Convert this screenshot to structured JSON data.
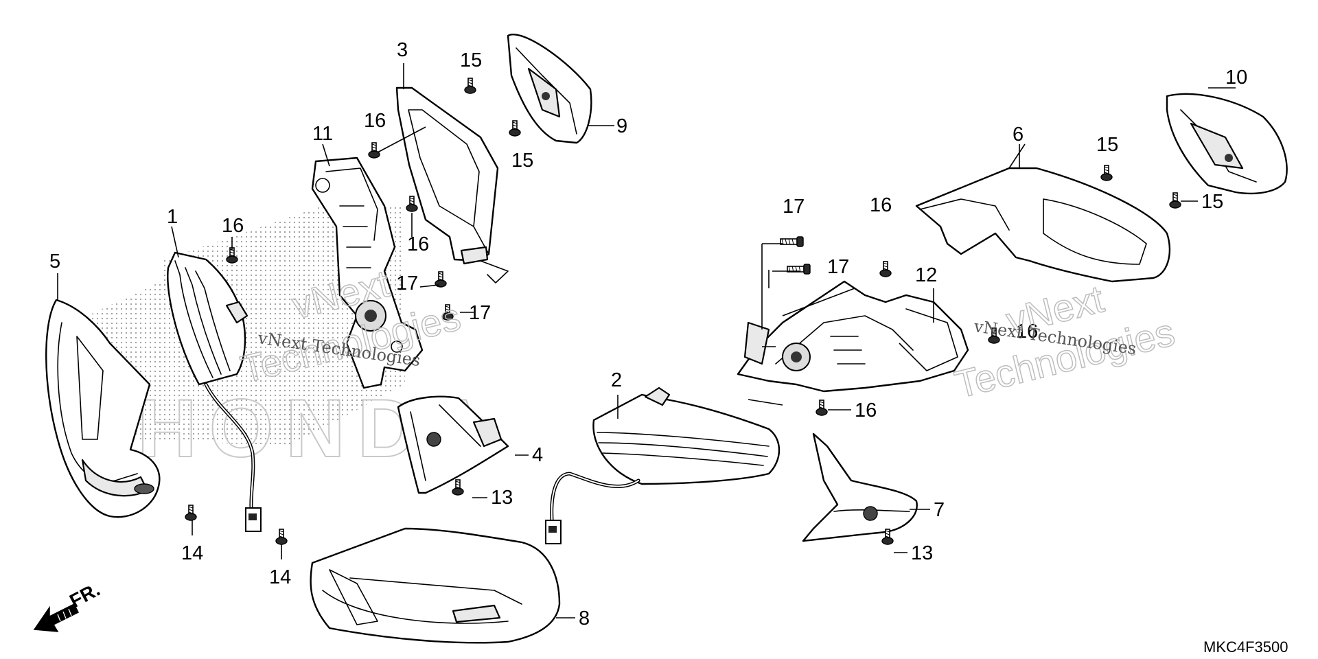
{
  "callouts": {
    "c1": "1",
    "c2": "2",
    "c3": "3",
    "c4": "4",
    "c5": "5",
    "c6": "6",
    "c7": "7",
    "c8": "8",
    "c9": "9",
    "c10": "10",
    "c11": "11",
    "c12": "12",
    "c13a": "13",
    "c13b": "13",
    "c14a": "14",
    "c14b": "14",
    "c15a": "15",
    "c15b": "15",
    "c15c": "15",
    "c15d": "15",
    "c16a": "16",
    "c16b": "16",
    "c16c": "16",
    "c16d": "16",
    "c16e": "16",
    "c17a": "17",
    "c17b": "17",
    "c17c": "17",
    "c17d": "17"
  },
  "watermark": {
    "line1": "vNext",
    "line2": "Technologies",
    "small": "vNext Technologies"
  },
  "background_brand": "HONDA",
  "direction_label": "FR.",
  "reference_code": "MKC4F3500"
}
